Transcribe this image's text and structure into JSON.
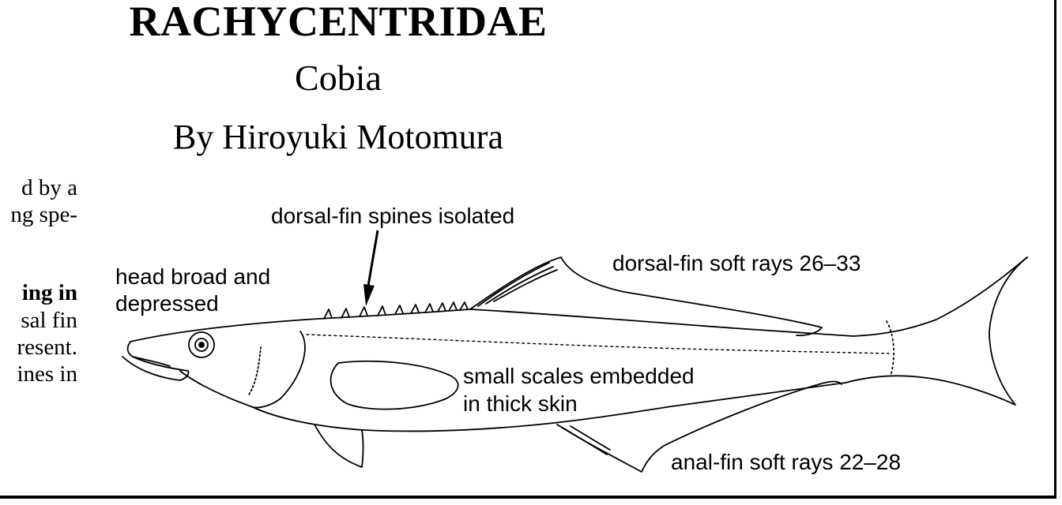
{
  "header": {
    "family": "RACHYCENTRIDAE",
    "common_name": "Cobia",
    "author": "By Hiroyuki Motomura"
  },
  "left_column": {
    "lines": [
      {
        "text": "d by a",
        "bold": false
      },
      {
        "text": "ng spe-",
        "bold": false
      },
      {
        "text": "ing in",
        "bold": true
      },
      {
        "text": "sal fin",
        "bold": false
      },
      {
        "text": "resent.",
        "bold": false
      },
      {
        "text": "ines in",
        "bold": false
      }
    ]
  },
  "labels": {
    "dorsal_spines": "dorsal-fin spines isolated",
    "head": [
      "head broad and",
      "depressed"
    ],
    "dorsal_soft": "dorsal-fin soft rays 26–33",
    "scales": [
      "small scales embedded",
      "in thick skin"
    ],
    "anal_soft": "anal-fin soft rays 22–28"
  }
}
